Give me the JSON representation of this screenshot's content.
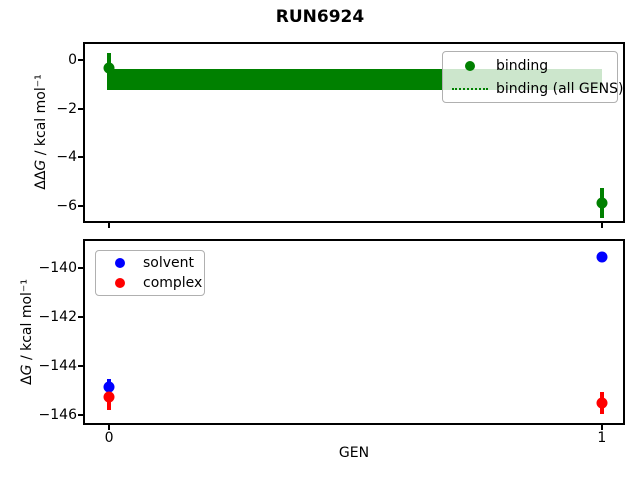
{
  "suptitle": "RUN6924",
  "colors": {
    "binding": "#008000",
    "solvent": "#0000ff",
    "complex": "#ff0000",
    "axis": "#000000",
    "legend_border": "#b0b0b0"
  },
  "chart_data": [
    {
      "type": "scatter",
      "title": "",
      "xlabel": "",
      "ylabel_parts": {
        "prefix": "ΔΔ",
        "italic": "G",
        "suffix": " / kcal mol⁻¹"
      },
      "ylabel_text": "ΔΔG / kcal mol⁻¹",
      "xlim": [
        -0.049,
        1.043
      ],
      "ylim": [
        -6.64,
        0.66
      ],
      "grid": false,
      "yticks": {
        "values": [
          0,
          -2,
          -4,
          -6
        ],
        "labels": [
          "0",
          "−2",
          "−4",
          "−6"
        ]
      },
      "xticks": {
        "values": [
          0,
          1
        ],
        "labels": [
          "0",
          "1"
        ],
        "show_labels": false
      },
      "series": [
        {
          "name": "binding",
          "color": "#008000",
          "marker": "circle",
          "points": [
            {
              "x": 0,
              "y": -0.33,
              "bar_top": 0.29,
              "bar_bottom": -1.24
            },
            {
              "x": 1,
              "y": -5.9,
              "bar_top": -5.28,
              "bar_bottom": -6.52
            }
          ]
        }
      ],
      "band": {
        "name": "binding (all GENS)",
        "color": "#008000",
        "x_from": 0,
        "x_to": 1,
        "y_top": -0.38,
        "y_bottom": -1.23,
        "center": -0.8,
        "line_style": "dotted"
      },
      "legend": {
        "position": "upper-right",
        "entries": [
          {
            "label": "binding",
            "sample": "dot",
            "color": "#008000"
          },
          {
            "label": "binding (all GENS)",
            "sample": "dotted-line",
            "color": "#008000"
          }
        ]
      }
    },
    {
      "type": "scatter",
      "title": "",
      "xlabel": "GEN",
      "ylabel_parts": {
        "prefix": "Δ",
        "italic": "G",
        "suffix": " / kcal mol⁻¹"
      },
      "ylabel_text": "ΔG / kcal mol⁻¹",
      "xlim": [
        -0.049,
        1.043
      ],
      "ylim": [
        -146.33,
        -138.9
      ],
      "grid": false,
      "yticks": {
        "values": [
          -140,
          -142,
          -144,
          -146
        ],
        "labels": [
          "−140",
          "−142",
          "−144",
          "−146"
        ]
      },
      "xticks": {
        "values": [
          0,
          1
        ],
        "labels": [
          "0",
          "1"
        ],
        "show_labels": true
      },
      "series": [
        {
          "name": "solvent",
          "color": "#0000ff",
          "marker": "circle",
          "points": [
            {
              "x": 0,
              "y": -144.85,
              "bar_top": -144.55,
              "bar_bottom": -145.15
            },
            {
              "x": 1,
              "y": -139.55,
              "bar_top": -139.45,
              "bar_bottom": -139.65
            }
          ]
        },
        {
          "name": "complex",
          "color": "#ff0000",
          "marker": "circle",
          "points": [
            {
              "x": 0,
              "y": -145.25,
              "bar_top": -144.7,
              "bar_bottom": -145.8
            },
            {
              "x": 1,
              "y": -145.5,
              "bar_top": -145.05,
              "bar_bottom": -145.95
            }
          ]
        }
      ],
      "legend": {
        "position": "upper-left",
        "entries": [
          {
            "label": "solvent",
            "sample": "dot",
            "color": "#0000ff"
          },
          {
            "label": "complex",
            "sample": "dot",
            "color": "#ff0000"
          }
        ]
      }
    }
  ]
}
